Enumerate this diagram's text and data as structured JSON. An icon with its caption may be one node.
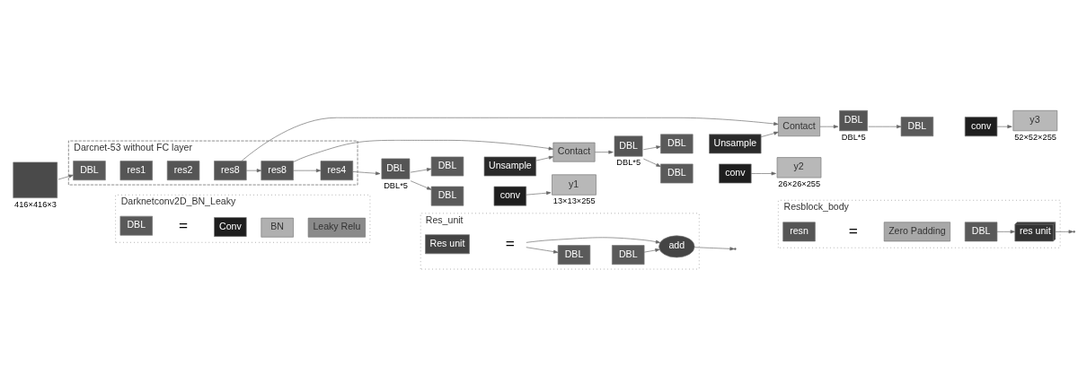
{
  "diagram": {
    "nodes": [
      {
        "text": [],
        "shape": "box",
        "beside": [
          "416×416×3"
        ]
      },
      {
        "text": [
          "Darcnet-53 without FC layer"
        ]
      },
      {
        "text": [
          "DBL"
        ],
        "in": 1
      },
      {
        "text": [
          "res1"
        ],
        "in": 1
      },
      {
        "text": [
          "res2"
        ],
        "in": 1
      },
      {
        "text": [
          "res8"
        ],
        "in": 1
      },
      {
        "text": [
          "res8"
        ],
        "in": 1
      },
      {
        "text": [
          "res4"
        ],
        "in": 1
      },
      {
        "text": [
          "DBL"
        ],
        "beside": [
          "DBL*5"
        ]
      },
      {
        "text": [
          "DBL"
        ]
      },
      {
        "text": [
          "conv"
        ]
      },
      {
        "text": [
          "y1"
        ],
        "beside": [
          "13×13×255"
        ]
      },
      {
        "text": [
          "DBL"
        ]
      },
      {
        "text": [
          "Unsample"
        ]
      },
      {
        "text": [
          "Contact"
        ]
      },
      {
        "text": [
          "DBL"
        ],
        "beside": [
          "DBL*5"
        ]
      },
      {
        "text": [
          "DBL"
        ]
      },
      {
        "text": [
          "conv"
        ]
      },
      {
        "text": [
          "y2"
        ],
        "beside": [
          "26×26×255"
        ]
      },
      {
        "text": [
          "DBL"
        ]
      },
      {
        "text": [
          "Unsample"
        ]
      },
      {
        "text": [
          "Contact"
        ]
      },
      {
        "text": [
          "DBL"
        ],
        "beside": [
          "DBL*5"
        ]
      },
      {
        "text": [
          "DBL"
        ]
      },
      {
        "text": [
          "conv"
        ]
      },
      {
        "text": [
          "y3"
        ],
        "beside": [
          "52×52×255"
        ]
      },
      {
        "text": [
          "Darknetconv2D_BN_Leaky"
        ]
      },
      {
        "text": [
          "DBL"
        ],
        "in": 26
      },
      {
        "text": [
          "Conv"
        ],
        "in": 26
      },
      {
        "text": [
          "BN"
        ],
        "in": 26
      },
      {
        "text": [
          "Leaky Relu"
        ],
        "in": 26
      },
      {
        "text": [
          "Res_unit"
        ]
      },
      {
        "text": [
          "Res unit"
        ],
        "in": 31
      },
      {
        "text": [
          "="
        ],
        "in": 31
      },
      {
        "text": [
          "DBL"
        ],
        "in": 31
      },
      {
        "text": [
          "DBL"
        ],
        "in": 31
      },
      {
        "text": [
          "add"
        ],
        "in": 31
      },
      {
        "text": [
          "Resblock_body"
        ]
      },
      {
        "text": [
          "resn"
        ],
        "in": 37
      },
      {
        "text": [
          "Zero Padding"
        ],
        "in": 37
      },
      {
        "text": [
          "DBL"
        ],
        "in": 37
      },
      {
        "text": [
          "res unit"
        ],
        "in": 37
      }
    ],
    "edges": [
      {
        "from": 0,
        "to": 2,
        "arrow": "to"
      },
      {
        "from": 5,
        "to": 6,
        "arrow": "to"
      },
      {
        "from": 6,
        "to": 7,
        "arrow": "to"
      },
      {
        "from": 7,
        "to": 8,
        "arrow": "to"
      },
      {
        "from": 8,
        "to": 9,
        "arrow": "to"
      },
      {
        "from": 10,
        "to": 11,
        "arrow": "to"
      },
      {
        "from": 8,
        "to": 12,
        "arrow": "to"
      },
      {
        "from": 13,
        "to": 14,
        "arrow": "to"
      },
      {
        "from": 6,
        "to": 14,
        "arrow": "to"
      },
      {
        "from": 14,
        "to": 15,
        "arrow": "to"
      },
      {
        "from": 15,
        "to": 16,
        "arrow": "to"
      },
      {
        "from": 17,
        "to": 18,
        "arrow": "to"
      },
      {
        "from": 15,
        "to": 19,
        "arrow": "to"
      },
      {
        "from": 20,
        "to": 21,
        "arrow": "to"
      },
      {
        "from": 5,
        "to": 21,
        "arrow": "to"
      },
      {
        "from": 21,
        "to": 22,
        "arrow": "to"
      },
      {
        "from": 22,
        "to": 23,
        "arrow": "to"
      },
      {
        "from": 24,
        "to": 25,
        "arrow": "to"
      },
      {
        "from": 33,
        "to": 34,
        "arrow": "to"
      },
      {
        "from": 35,
        "to": 36,
        "arrow": "to"
      },
      {
        "from": 33,
        "to": 36,
        "arrow": "to"
      },
      {
        "from": 36,
        "to": null,
        "arrow": "to"
      },
      {
        "from": 40,
        "to": 41,
        "arrow": "to"
      },
      {
        "from": 41,
        "to": null,
        "arrow": "to"
      }
    ],
    "labels": [
      "=",
      "="
    ]
  }
}
